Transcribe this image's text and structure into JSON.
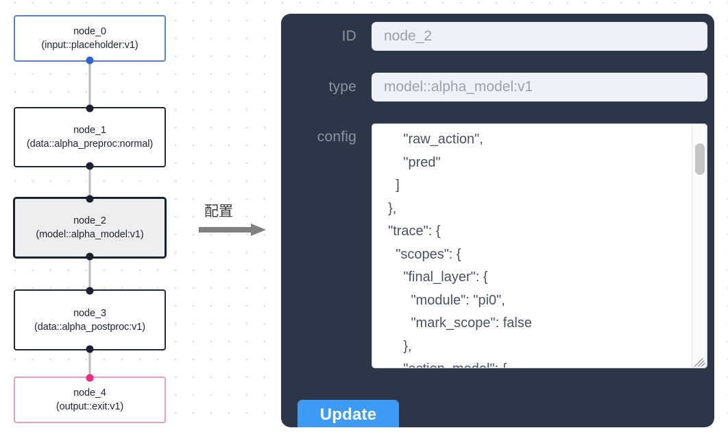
{
  "canvas": {
    "background_color": "#ffffff",
    "dot_color": "#d9d9d9"
  },
  "graph": {
    "nodes": [
      {
        "id": "node_0",
        "label": "node_0\n(input::placeholder:v1)",
        "type": "input::placeholder:v1",
        "border_color": "#5b7fc7",
        "fill_color": "#ffffff",
        "selected": false
      },
      {
        "id": "node_1",
        "label": "node_1\n(data::alpha_preproc:normal)",
        "type": "data::alpha_preproc:normal",
        "border_color": "#222736",
        "fill_color": "#ffffff",
        "selected": false
      },
      {
        "id": "node_2",
        "label": "node_2\n(model::alpha_model:v1)",
        "type": "model::alpha_model:v1",
        "border_color": "#1b2030",
        "fill_color": "#eeeeee",
        "selected": true
      },
      {
        "id": "node_3",
        "label": "node_3\n(data::alpha_postproc:v1)",
        "type": "data::alpha_postproc:v1",
        "border_color": "#222736",
        "fill_color": "#ffffff",
        "selected": false
      },
      {
        "id": "node_4",
        "label": "node_4\n(output::exit:v1)",
        "type": "output::exit:v1",
        "border_color": "#e89dba",
        "fill_color": "#ffffff",
        "selected": false
      }
    ],
    "edges": [
      {
        "from": "node_0",
        "to": "node_1"
      },
      {
        "from": "node_1",
        "to": "node_2"
      },
      {
        "from": "node_2",
        "to": "node_3"
      },
      {
        "from": "node_3",
        "to": "node_4"
      }
    ],
    "edge_color": "#b9b9b9"
  },
  "annotation": {
    "label": "配置",
    "arrow_color": "#808080",
    "icon": "right-arrow-icon"
  },
  "inspector": {
    "background_color": "#2d3649",
    "id": {
      "label": "ID",
      "value": "node_2",
      "placeholder": "node_2"
    },
    "type": {
      "label": "type",
      "value": "model::alpha_model:v1",
      "placeholder": "model::alpha_model:v1"
    },
    "config": {
      "label": "config",
      "value": "      \"raw_action\",\n      \"pred\"\n    ]\n  },\n  \"trace\": {\n    \"scopes\": {\n      \"final_layer\": {\n        \"module\": \"pi0\",\n        \"mark_scope\": false\n      },\n      \"action_model\": {",
      "scrollbar_position": "near-top"
    },
    "update_button": {
      "label": "Update",
      "color": "#3d9bf5",
      "text_color": "#ffffff"
    }
  }
}
